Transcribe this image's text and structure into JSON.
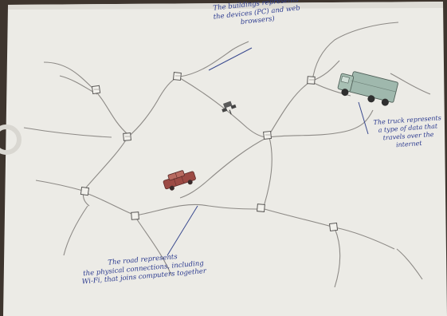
{
  "annotations": {
    "buildings": {
      "lines": [
        "The buildings represents",
        "the devices (PC) and web",
        "browsers)"
      ]
    },
    "truck": {
      "lines": [
        "The truck represents",
        "a type of data that",
        "travels over the",
        "internet"
      ]
    },
    "road": {
      "lines": [
        "The road represents",
        "the physical connections, including",
        "Wi-Fi, that joins computers together"
      ]
    }
  },
  "colors": {
    "paper": "#ecebe6",
    "pencil": "#8d8a86",
    "ink": "#2b3a8f",
    "car": "#9c4a44",
    "truck": "#9fb8ad"
  }
}
